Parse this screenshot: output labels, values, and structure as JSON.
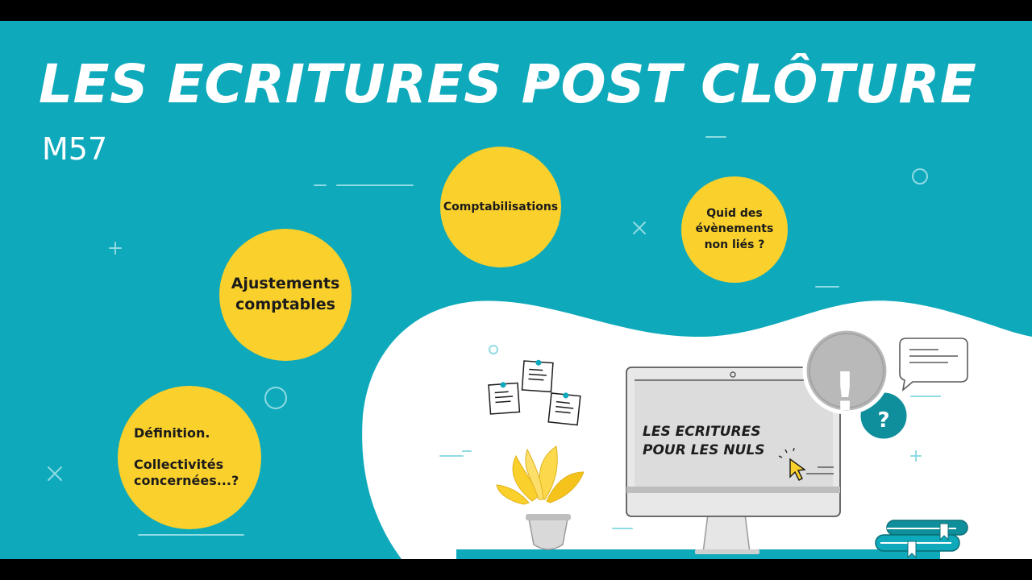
{
  "slide": {
    "title": "LES ECRITURES POST CLÔTURE",
    "subtitle": "M57"
  },
  "bubbles": {
    "definition_line1": "Définition.",
    "definition_line2": "Collectivités",
    "definition_line3": "concernées...?",
    "ajustements_line1": "Ajustements",
    "ajustements_line2": "comptables",
    "comptabilisations": "Comptabilisations",
    "quid_line1": "Quid des",
    "quid_line2": "évènements",
    "quid_line3": "non liés ?"
  },
  "monitor": {
    "line1": "LES ECRITURES",
    "line2": "POUR LES NULS"
  },
  "alert": {
    "exclamation": "!",
    "question": "?"
  },
  "icons": [
    "exclamation-icon",
    "question-icon",
    "cursor-icon",
    "chat-bubble-icon",
    "sticky-note-icon",
    "plant-icon",
    "books-icon",
    "monitor-icon"
  ],
  "colors": {
    "background": "#0ea9bb",
    "accent_yellow": "#fad02c",
    "blob_white": "#ffffff",
    "dark_teal": "#0e8f9b"
  }
}
